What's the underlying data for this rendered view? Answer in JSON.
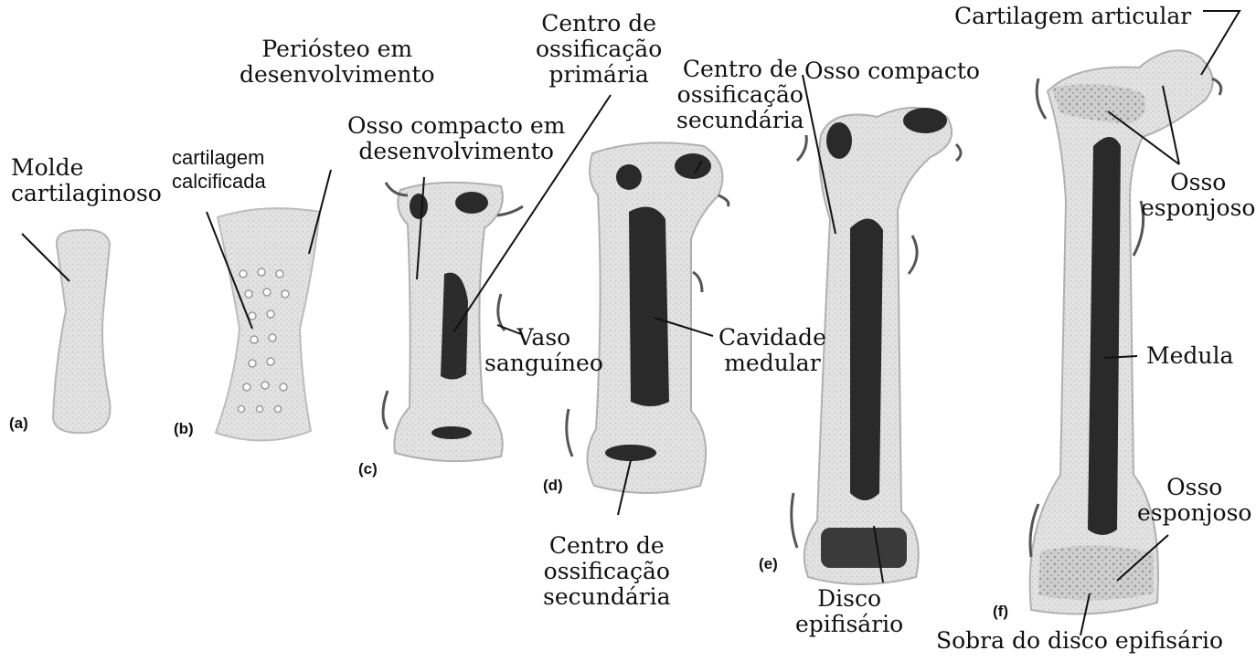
{
  "stages": [
    {
      "tag": "(a)"
    },
    {
      "tag": "(b)"
    },
    {
      "tag": "(c)"
    },
    {
      "tag": "(d)"
    },
    {
      "tag": "(e)"
    },
    {
      "tag": "(f)"
    }
  ],
  "labels": {
    "molde": [
      "Molde",
      "cartilaginoso"
    ],
    "cartilagem_calcificada": [
      "cartilagem",
      "calcificada"
    ],
    "periosteo": [
      "Periósteo em",
      "desenvolvimento"
    ],
    "osso_compacto_desenv": [
      "Osso compacto em",
      "desenvolvimento"
    ],
    "centro_primaria": [
      "Centro de",
      "ossificação",
      "primária"
    ],
    "vaso": [
      "Vaso",
      "sanguíneo"
    ],
    "centro_secundaria_top": [
      "Centro de",
      "ossificação",
      "secundária"
    ],
    "cavidade": [
      "Cavidade",
      "medular"
    ],
    "centro_secundaria_bottom": [
      "Centro de",
      "ossificação",
      "secundária"
    ],
    "osso_compacto": "Osso compacto",
    "disco": [
      "Disco",
      "epifisário"
    ],
    "cartilagem_articular": "Cartilagem  articular",
    "osso_esponjoso_top": [
      "Osso",
      "esponjoso"
    ],
    "medula": "Medula",
    "osso_esponjoso_bottom": [
      "Osso",
      "esponjoso"
    ],
    "sobra": "Sobra do disco epifisário"
  }
}
